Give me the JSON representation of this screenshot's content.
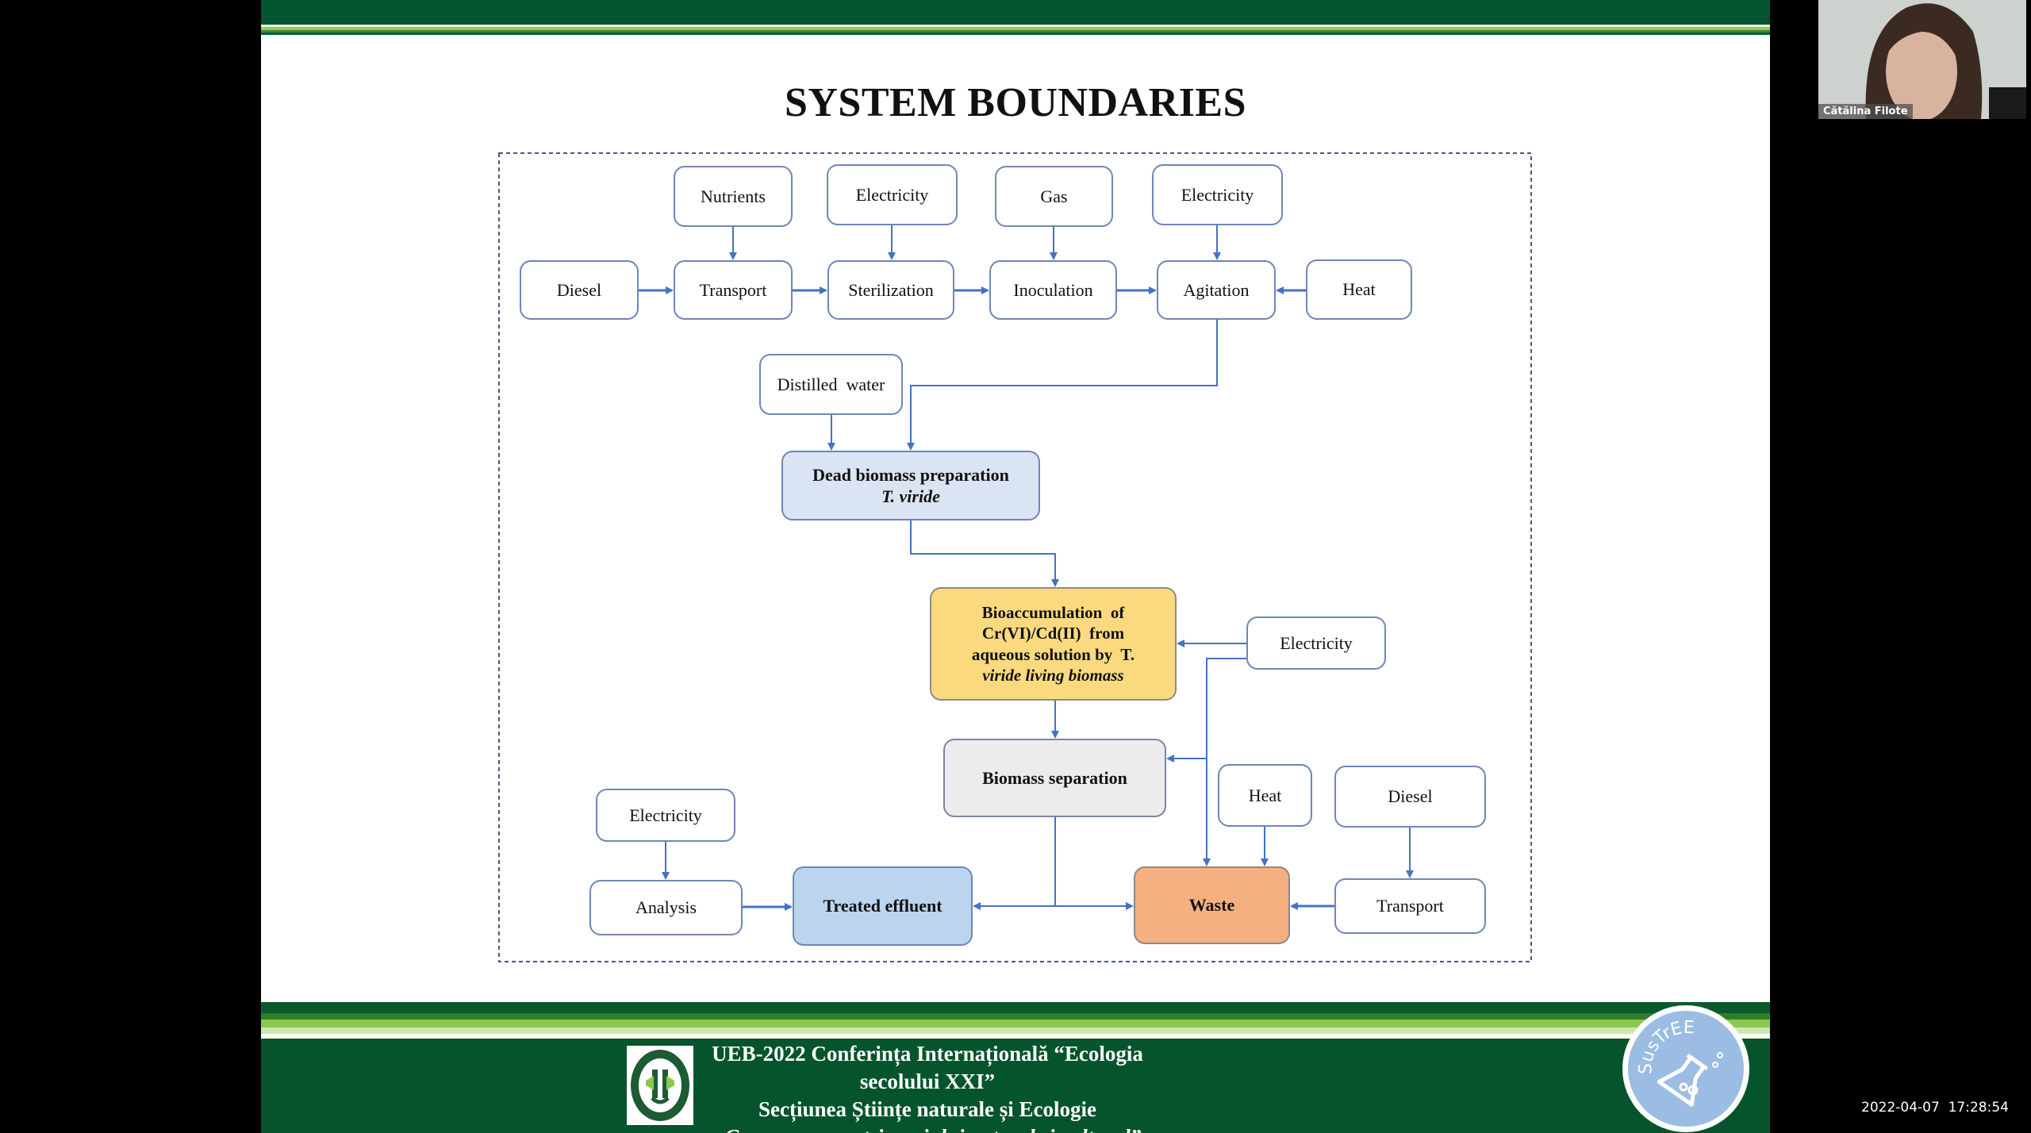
{
  "slide": {
    "title": "SYSTEM BOUNDARIES",
    "nodes": {
      "nutrients": "Nutrients",
      "electricity_1": "Electricity",
      "gas": "Gas",
      "electricity_2": "Electricity",
      "diesel_1": "Diesel",
      "transport_1": "Transport",
      "sterilization": "Sterilization",
      "inoculation": "Inoculation",
      "agitation": "Agitation",
      "heat_1": "Heat",
      "distilled_water": "Distilled  water",
      "dead_biomass_line1": "Dead biomass preparation",
      "dead_biomass_line2": "T. viride",
      "bioaccumulation_line1": "Bioaccumulation  of",
      "bioaccumulation_line2": "Cr(VI)/Cd(II)  from",
      "bioaccumulation_line3": "aqueous solution by  T.",
      "bioaccumulation_line4": "viride living biomass",
      "electricity_3": "Electricity",
      "biomass_separation": "Biomass separation",
      "heat_2": "Heat",
      "diesel_2": "Diesel",
      "electricity_4": "Electricity",
      "analysis": "Analysis",
      "treated_effluent": "Treated effluent",
      "waste": "Waste",
      "transport_2": "Transport"
    },
    "colors": {
      "arrow": "#4472c4",
      "dead_biomass_fill": "#dbe4f3",
      "bioaccumulation_fill": "#fad97f",
      "separation_fill": "#ececec",
      "effluent_fill": "#bcd5ef",
      "waste_fill": "#f5b081",
      "band_green": "#045430"
    },
    "footer": {
      "line1": "UEB-2022 Conferința Internațională “Ecologia secolului XXI”",
      "line2": "Secțiunea Științe naturale și Ecologie",
      "line3": "„Conservarea patrimoniului natural și cultural”",
      "badge_text": "SusTrEE"
    }
  },
  "participant": {
    "name": "Cătălina Filote"
  },
  "timestamp": "2022-04-07  17:28:54"
}
